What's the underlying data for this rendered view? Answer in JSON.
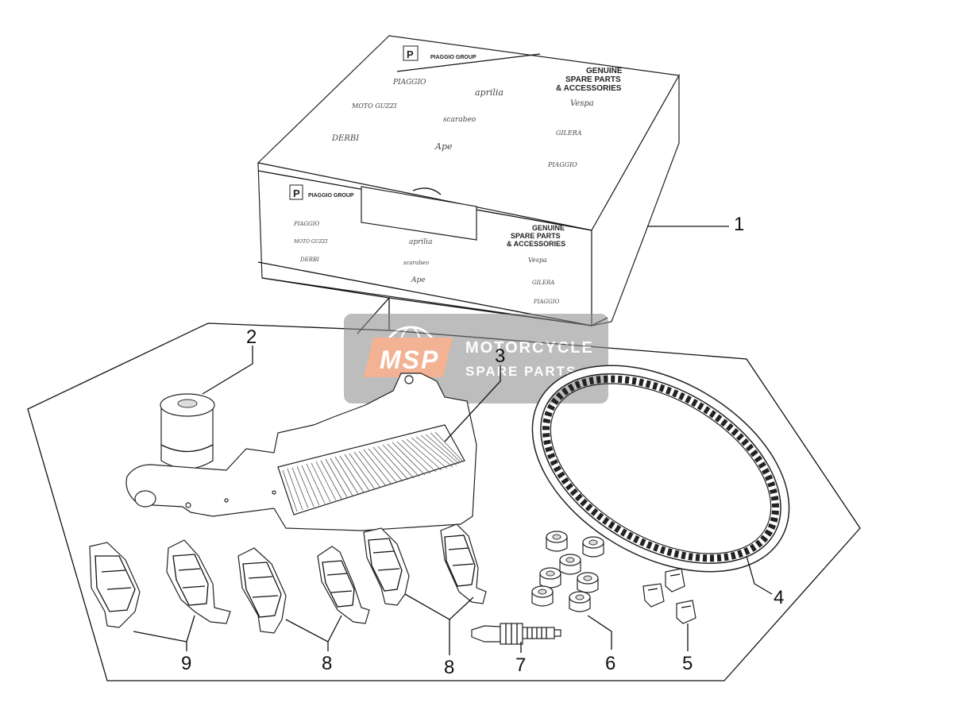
{
  "box": {
    "group_name": "PIAGGIO GROUP",
    "group_mark": "P",
    "tagline": [
      "GENUINE",
      "SPARE PARTS",
      "& ACCESSORIES"
    ],
    "brands": [
      "PIAGGIO",
      "aprilia",
      "Vespa",
      "MOTO GUZZI",
      "scarabeo",
      "GILERA",
      "DERBI",
      "Ape",
      "PIAGGIO"
    ]
  },
  "watermark": {
    "logo": "MSP",
    "line1": "MOTORCYCLE",
    "line2": "SPARE PARTS"
  },
  "callouts": [
    {
      "id": "box",
      "label": "1"
    },
    {
      "id": "oil-filter",
      "label": "2"
    },
    {
      "id": "air-filter",
      "label": "3"
    },
    {
      "id": "drive-belt",
      "label": "4"
    },
    {
      "id": "sliders",
      "label": "5"
    },
    {
      "id": "rollers",
      "label": "6"
    },
    {
      "id": "spark-plug",
      "label": "7"
    },
    {
      "id": "brake-pads-mid",
      "label": "8"
    },
    {
      "id": "brake-pads-right",
      "label": "8"
    },
    {
      "id": "brake-pads-left",
      "label": "9"
    }
  ]
}
